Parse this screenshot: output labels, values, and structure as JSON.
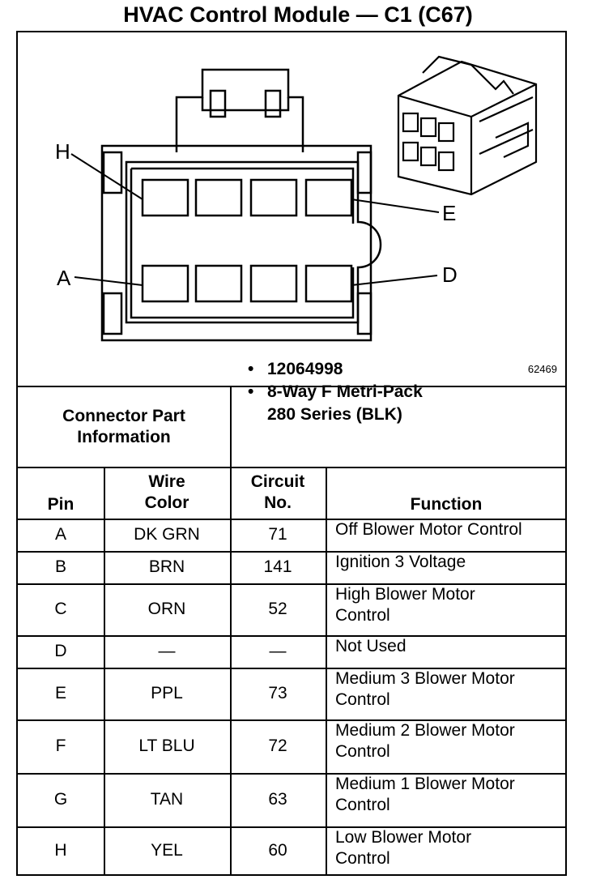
{
  "title": "HVAC Control Module — C1 (C67)",
  "diagram": {
    "pin_labels": {
      "H": "H",
      "E": "E",
      "A": "A",
      "D": "D"
    },
    "figure_number": "62469"
  },
  "connector_info": {
    "label": "Connector Part Information",
    "part_number": "12064998",
    "description_line1": "8-Way F Metri-Pack",
    "description_line2": "280 Series (BLK)",
    "bullet": "•"
  },
  "table": {
    "headers": {
      "pin": "Pin",
      "wire_color_line1": "Wire",
      "wire_color_line2": "Color",
      "circuit_line1": "Circuit",
      "circuit_line2": "No.",
      "function": "Function"
    },
    "rows": [
      {
        "pin": "A",
        "wire": "DK GRN",
        "circuit": "71",
        "function1": "Off Blower Motor Control",
        "function2": ""
      },
      {
        "pin": "B",
        "wire": "BRN",
        "circuit": "141",
        "function1": "Ignition 3 Voltage",
        "function2": ""
      },
      {
        "pin": "C",
        "wire": "ORN",
        "circuit": "52",
        "function1": "High Blower Motor",
        "function2": "Control"
      },
      {
        "pin": "D",
        "wire": "—",
        "circuit": "—",
        "function1": "Not Used",
        "function2": ""
      },
      {
        "pin": "E",
        "wire": "PPL",
        "circuit": "73",
        "function1": "Medium 3 Blower Motor",
        "function2": "Control"
      },
      {
        "pin": "F",
        "wire": "LT BLU",
        "circuit": "72",
        "function1": "Medium 2 Blower Motor",
        "function2": "Control"
      },
      {
        "pin": "G",
        "wire": "TAN",
        "circuit": "63",
        "function1": "Medium 1 Blower Motor",
        "function2": "Control"
      },
      {
        "pin": "H",
        "wire": "YEL",
        "circuit": "60",
        "function1": "Low Blower Motor",
        "function2": "Control"
      }
    ]
  }
}
